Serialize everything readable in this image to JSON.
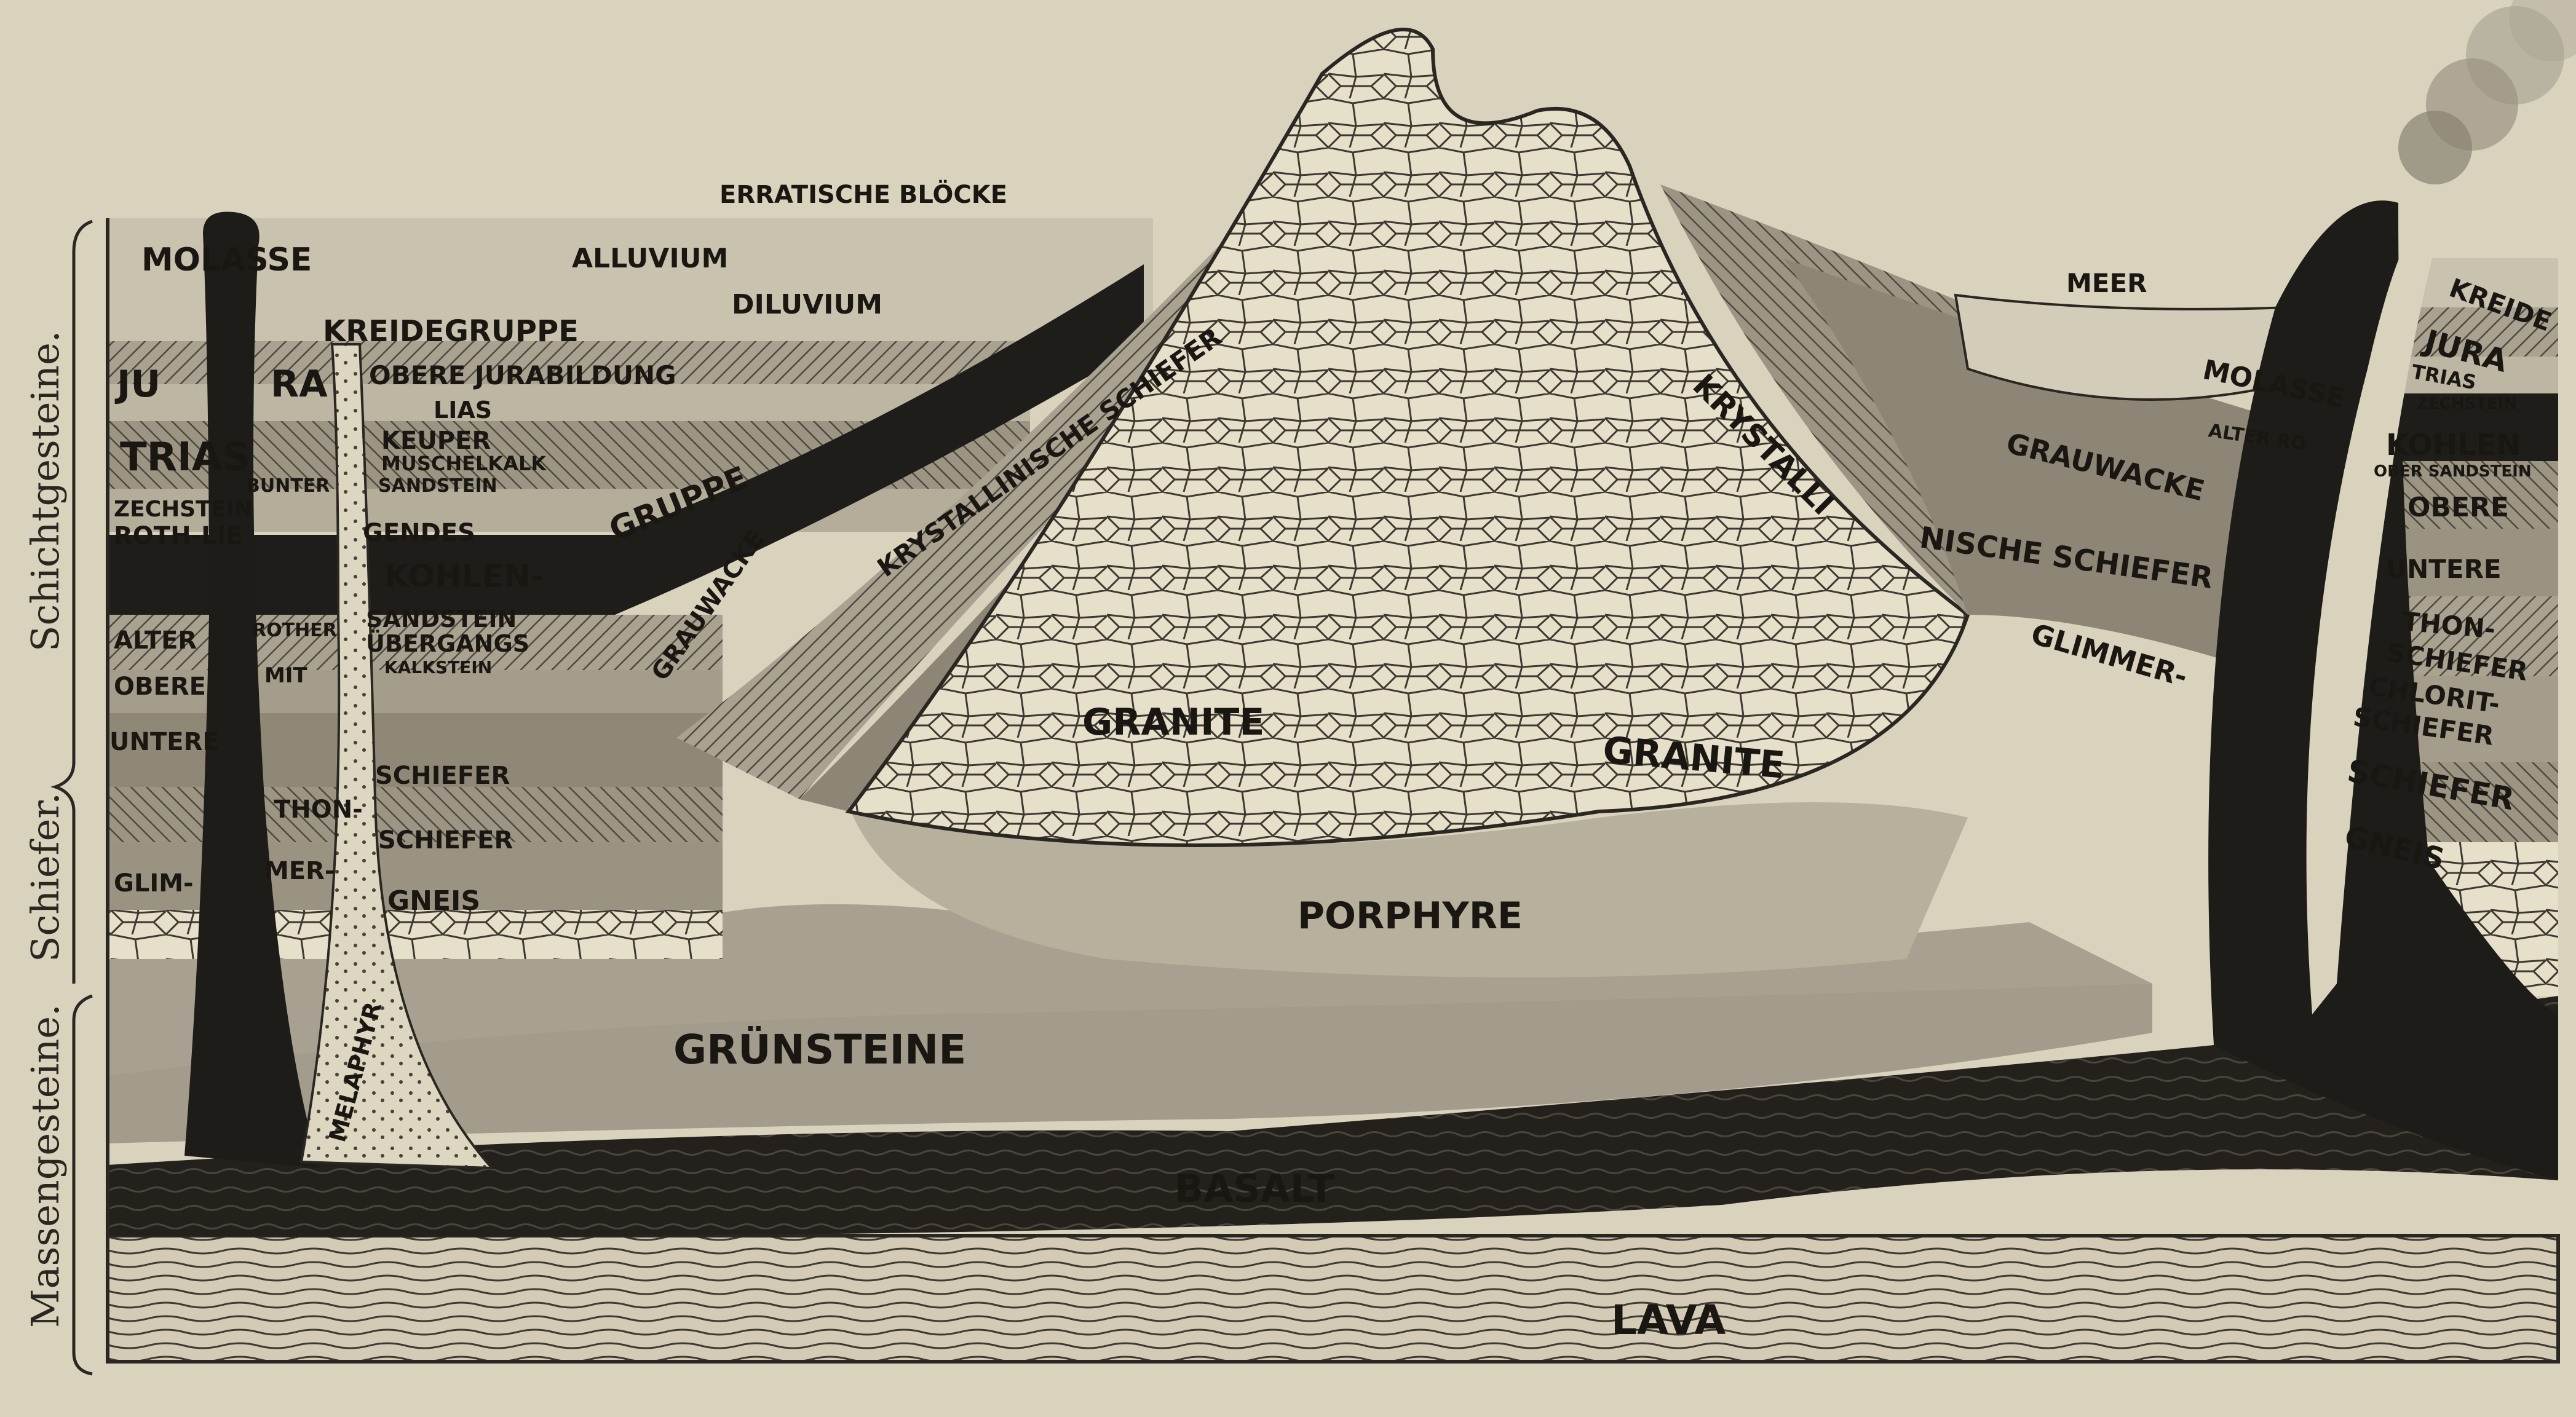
{
  "side_labels": {
    "sediment": "Schichtgesteine.",
    "schist": "Schiefer.",
    "massive": "Massengesteine."
  },
  "left_column": {
    "molasse": "MOLASSE",
    "jura_a": "JU",
    "jura_b": "RA",
    "trias": "TRIAS",
    "zechstein": "ZECHSTEIN",
    "rothlie": "ROTH-LIE",
    "alter": "ALTER",
    "obere": "OBERE",
    "untere": "UNTERE",
    "glim": "GLIM-"
  },
  "center_labels": {
    "erratische_bloecke": "ERRATISCHE BLÖCKE",
    "alluvium": "ALLUVIUM",
    "diluvium": "DILUVIUM",
    "kreidegruppe": "KREIDEGRUPPE",
    "obere_jurabildung": "OBERE JURABILDUNG",
    "lias": "LIAS",
    "keuper": "KEUPER",
    "muschelkalk": "MUSCHELKALK",
    "bunter_sandstein_a": "BUNTER",
    "bunter_sandstein_b": "SANDSTEIN",
    "gendes": "GENDES",
    "kohlen": "KOHLEN-",
    "gruppe": "GRUPPE",
    "rother": "ROTHER",
    "sandstein": "SANDSTEIN",
    "uebergangs": "ÜBERGANGS",
    "kalkstein": "KALKSTEIN",
    "mit": "MIT",
    "thon": "THON-",
    "schiefer1": "SCHIEFER",
    "mer": "MER-",
    "schiefer2": "SCHIEFER",
    "gneis": "GNEIS",
    "grauwacke": "GRAUWACKE",
    "krystallinische_schiefer": "KRYSTALLINISCHE SCHIEFER",
    "granite1": "GRANITE",
    "granite2": "GRANITE",
    "porphyre": "PORPHYRE",
    "gruensteine": "GRÜNSTEINE",
    "melaphyr": "MELAPHYR",
    "basalt": "BASALT",
    "lava": "LAVA"
  },
  "right_labels": {
    "meer": "MEER",
    "krystalli": "KRYSTALLI",
    "nische_schiefer": "NISCHE SCHIEFER",
    "grauwacke": "GRAUWACKE",
    "glimmer": "GLIMMER-",
    "molasse": "MOLASSE",
    "alter_ro": "ALTER RO",
    "kreide": "KREIDE",
    "jura": "JURA",
    "trias": "TRIAS",
    "zechstein": "ZECHSTEIN",
    "kohlen": "KOHLEN",
    "ober_sandstein": "OBER SANDSTEIN",
    "obere": "OBERE",
    "untere": "UNTERE",
    "thon": "THON-",
    "schiefer_a": "SCHIEFER",
    "chlorit": "CHLORIT-",
    "schiefer_b": "SCHIEFER",
    "schiefer_c": "SCHIEFER",
    "gneis": "GNEIS"
  },
  "colors": {
    "paper": "#d9d2bd",
    "dark_rock": "#1e1c18",
    "granite": "#e4dcc6",
    "mid_layer": "#8d8676",
    "light_layer": "#bdb6a3",
    "greenstone": "#9e978a",
    "lava": "#cfc7b1"
  }
}
